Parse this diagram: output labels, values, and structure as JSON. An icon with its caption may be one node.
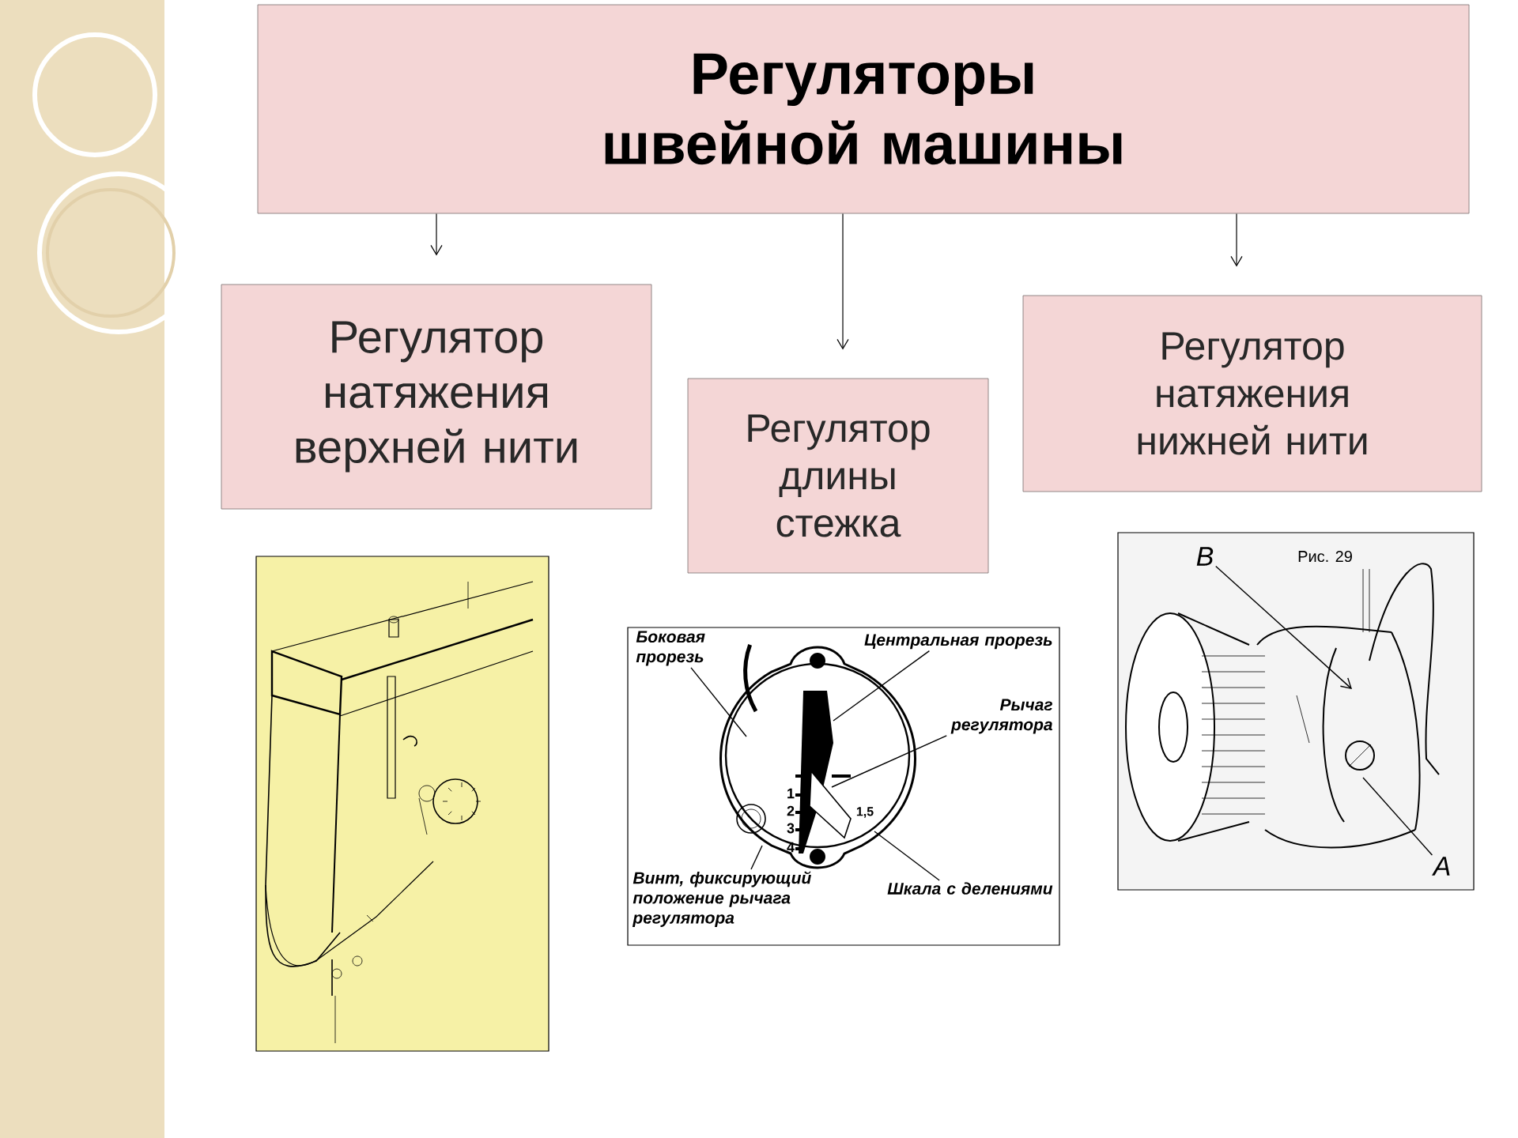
{
  "diagram": {
    "nodes": [
      {
        "text": [
          "Регуляторы швейной машины"
        ]
      },
      {
        "text": [
          "Регулятор натяжения верхней нити"
        ]
      },
      {
        "text": [
          "Регулятор длины стежка"
        ]
      },
      {
        "text": [
          "Регулятор натяжения нижней нити"
        ]
      },
      {
        "text": [
          "Боковая прорезь"
        ]
      },
      {
        "text": [
          "Центральная прорезь"
        ]
      },
      {
        "text": [
          "Рычаг регулятора"
        ]
      },
      {
        "text": [
          "Шкала с делениями"
        ]
      },
      {
        "text": [
          "Винт, фиксирующий положение рычага регулятора"
        ]
      },
      {
        "text": [
          "B"
        ]
      },
      {
        "text": [
          "A"
        ]
      }
    ],
    "edges": [
      {
        "from": 0,
        "to": 1,
        "arrow": "to"
      },
      {
        "from": 0,
        "to": 2,
        "arrow": "to"
      },
      {
        "from": 0,
        "to": 3,
        "arrow": "to"
      },
      {
        "from": 4,
        "to": null,
        "arrow": "none"
      },
      {
        "from": 5,
        "to": null,
        "arrow": "none"
      },
      {
        "from": 6,
        "to": null,
        "arrow": "none"
      },
      {
        "from": 7,
        "to": null,
        "arrow": "none"
      },
      {
        "from": 8,
        "to": null,
        "arrow": "none"
      },
      {
        "from": 9,
        "to": null,
        "arrow": "to"
      },
      {
        "from": 10,
        "to": null,
        "arrow": "none"
      }
    ],
    "labels": [
      "1",
      "2",
      "3",
      "4",
      "1,5",
      "Рис. 29"
    ]
  }
}
